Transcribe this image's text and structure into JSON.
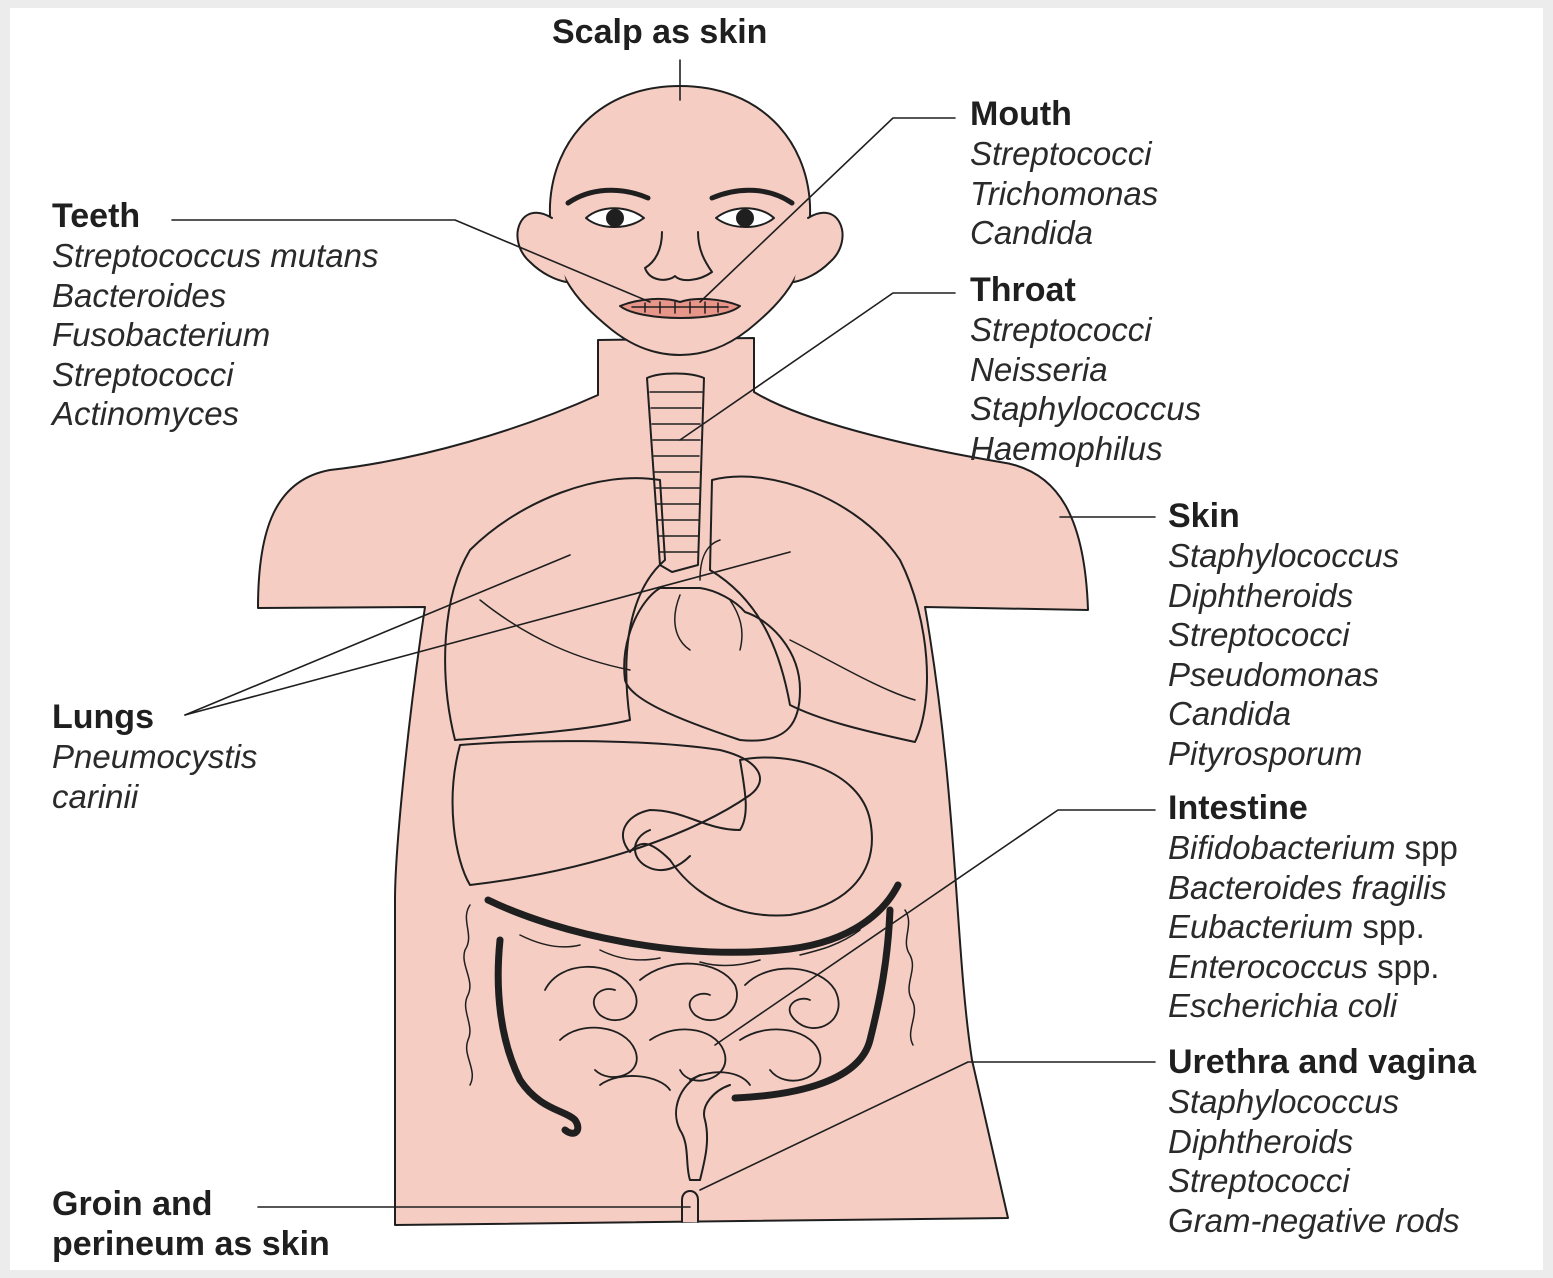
{
  "colors": {
    "skin": "#f5cdc3",
    "outline": "#1f1f1f",
    "background": "#ffffff",
    "frame": "#ececec"
  },
  "labels": {
    "scalp": {
      "title": "Scalp as skin"
    },
    "mouth": {
      "title": "Mouth",
      "organisms": [
        "Streptococci",
        "Trichomonas",
        "Candida"
      ]
    },
    "teeth": {
      "title": "Teeth",
      "organisms": [
        "Streptococcus mutans",
        "Bacteroides",
        "Fusobacterium",
        "Streptococci",
        "Actinomyces"
      ]
    },
    "throat": {
      "title": "Throat",
      "organisms": [
        "Streptococci",
        "Neisseria",
        "Staphylococcus",
        "Haemophilus"
      ]
    },
    "skin": {
      "title": "Skin",
      "organisms": [
        "Staphylococcus",
        "Diphtheroids",
        "Streptococci",
        "Pseudomonas",
        "Candida",
        "Pityrosporum"
      ]
    },
    "lungs": {
      "title": "Lungs",
      "organisms": [
        "Pneumocystis",
        "carinii"
      ]
    },
    "intestine": {
      "title": "Intestine",
      "organisms": [
        {
          "name": "Bifidobacterium",
          "suffix": " spp"
        },
        {
          "name": "Bacteroides fragilis",
          "suffix": ""
        },
        {
          "name": "Eubacterium",
          "suffix": " spp."
        },
        {
          "name": "Enterococcus",
          "suffix": " spp."
        },
        {
          "name": "Escherichia coli",
          "suffix": ""
        }
      ]
    },
    "urethra": {
      "title": "Urethra and vagina",
      "organisms": [
        "Staphylococcus",
        "Diphtheroids",
        "Streptococci",
        "Gram-negative rods"
      ]
    },
    "groin": {
      "title_line1": "Groin and",
      "title_line2": "perineum as skin"
    }
  }
}
